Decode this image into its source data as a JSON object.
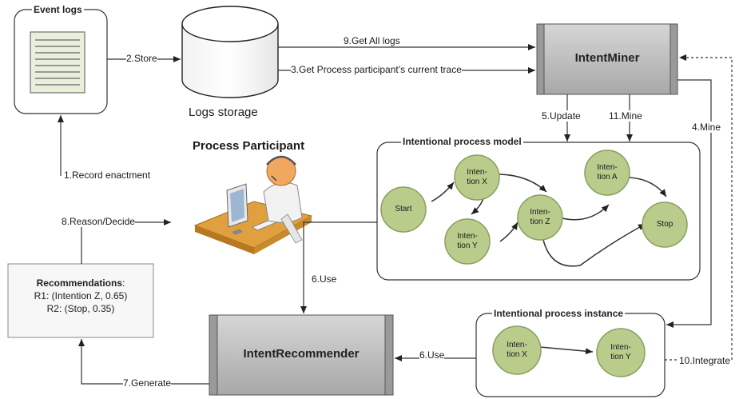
{
  "event_logs": {
    "title": "Event logs"
  },
  "logs_storage": {
    "label": "Logs storage"
  },
  "intent_miner": {
    "label": "IntentMiner"
  },
  "intent_recommender": {
    "label": "IntentRecommender"
  },
  "process_participant": {
    "label": "Process Participant"
  },
  "recommendations": {
    "title": "Recommendations",
    "title_suffix": ":",
    "line1": "R1: (Intention Z, 0.65)",
    "line2": "R2: (Stop, 0.35)"
  },
  "model_box": {
    "title": "Intentional process model",
    "nodes": {
      "start": "Start",
      "x": "Inten-\ntion X",
      "y": "Inten-\ntion Y",
      "z": "Inten-\ntion Z",
      "a": "Inten-\ntion A",
      "stop": "Stop"
    }
  },
  "instance_box": {
    "title": "Intentional process instance",
    "nodes": {
      "x": "Inten-\ntion X",
      "y": "Inten-\ntion Y"
    }
  },
  "edges": {
    "record": "1.Record enactment",
    "store": "2.Store",
    "get_trace": "3.Get Process participant’s current trace",
    "mine4": "4.Mine",
    "update": "5.Update",
    "use_top": "6.Use",
    "use_bottom": "6.Use",
    "generate": "7.Generate",
    "reason": "8.Reason/Decide",
    "get_all": "9.Get All logs",
    "integrate": "10.Integrate",
    "mine11": "11.Mine"
  },
  "colors": {
    "node_fill": "#b9cc8c",
    "node_stroke": "#8aa060",
    "component_fill": "#b8b8b8",
    "line": "#333333"
  }
}
